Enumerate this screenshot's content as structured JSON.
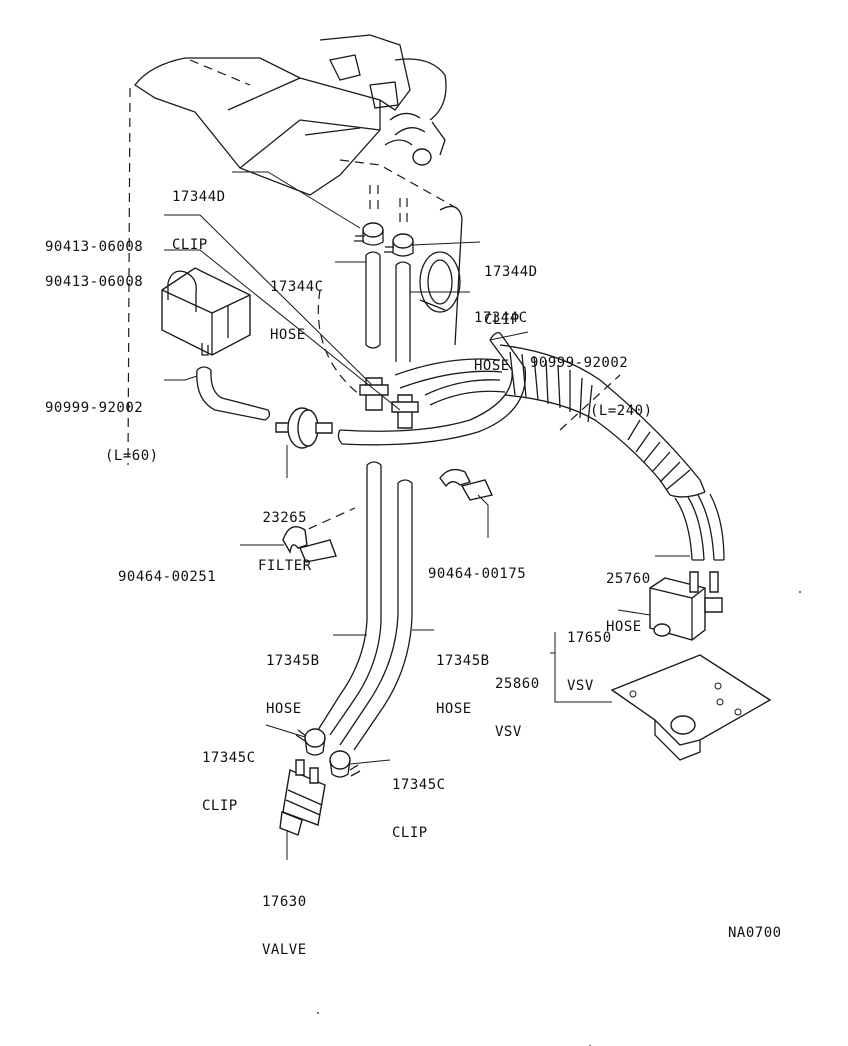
{
  "diagram_id": "NA0700",
  "callouts": [
    {
      "id": "c1",
      "part": "17344D",
      "name": "CLIP"
    },
    {
      "id": "c2",
      "part": "90413-06008",
      "name": ""
    },
    {
      "id": "c3",
      "part": "90413-06008",
      "name": ""
    },
    {
      "id": "c4",
      "part": "17344C",
      "name": "HOSE"
    },
    {
      "id": "c5",
      "part": "17344D",
      "name": "CLIP"
    },
    {
      "id": "c6",
      "part": "17344C",
      "name": "HOSE"
    },
    {
      "id": "c7",
      "part": "90999-92002",
      "name": "(L=240)"
    },
    {
      "id": "c8",
      "part": "90999-92002",
      "name": "(L=60)"
    },
    {
      "id": "c9",
      "part": "23265",
      "name": "FILTER"
    },
    {
      "id": "c10",
      "part": "90464-00251",
      "name": ""
    },
    {
      "id": "c11",
      "part": "90464-00175",
      "name": ""
    },
    {
      "id": "c12",
      "part": "25760",
      "name": "HOSE"
    },
    {
      "id": "c13",
      "part": "17650",
      "name": "VSV"
    },
    {
      "id": "c14",
      "part": "25860",
      "name": "VSV"
    },
    {
      "id": "c15",
      "part": "17345B",
      "name": "HOSE"
    },
    {
      "id": "c16",
      "part": "17345B",
      "name": "HOSE"
    },
    {
      "id": "c17",
      "part": "17345C",
      "name": "CLIP"
    },
    {
      "id": "c18",
      "part": "17345C",
      "name": "CLIP"
    },
    {
      "id": "c19",
      "part": "17630",
      "name": "VALVE"
    }
  ]
}
